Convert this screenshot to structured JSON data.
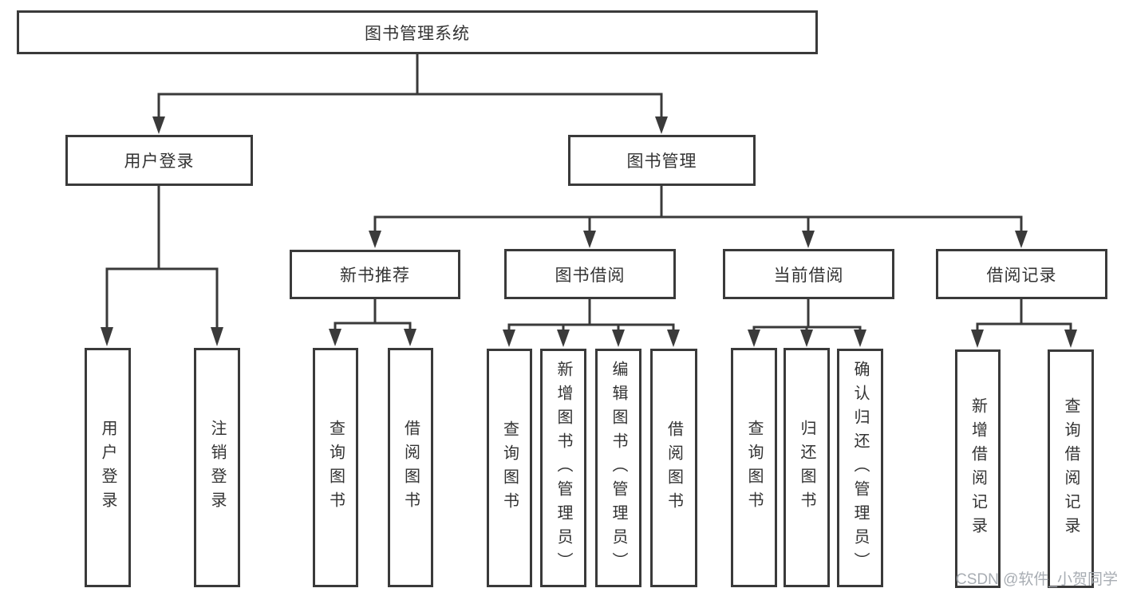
{
  "diagram": {
    "title": "图书管理系统",
    "type": "hierarchy-tree",
    "colors": {
      "line": "#3a3a3a",
      "box_border": "#3a3a3a",
      "box_background": "#ffffff",
      "text": "#333333",
      "watermark": "#a8adb3",
      "page_background": "#ffffff"
    }
  },
  "nodes": {
    "root": {
      "label": "图书管理系统"
    },
    "user_login": {
      "label": "用户登录"
    },
    "book_mgmt": {
      "label": "图书管理"
    },
    "new_book_rec": {
      "label": "新书推荐"
    },
    "book_borrow": {
      "label": "图书借阅"
    },
    "current_borrow": {
      "label": "当前借阅"
    },
    "borrow_records": {
      "label": "借阅记录"
    },
    "ul_user_login": {
      "label": "用户登录"
    },
    "ul_logout": {
      "label": "注销登录"
    },
    "nb_query_book": {
      "label": "查询图书"
    },
    "nb_borrow_book": {
      "label": "借阅图书"
    },
    "bb_query_book": {
      "label": "查询图书"
    },
    "bb_add_book": {
      "label": "新增图书（管理员）"
    },
    "bb_edit_book": {
      "label": "编辑图书（管理员）"
    },
    "bb_borrow_book": {
      "label": "借阅图书"
    },
    "cb_query_book": {
      "label": "查询图书"
    },
    "cb_return_book": {
      "label": "归还图书"
    },
    "cb_confirm_return": {
      "label": "确认归还（管理员）"
    },
    "br_add_record": {
      "label": "新增借阅记录"
    },
    "br_query_record": {
      "label": "查询借阅记录"
    }
  },
  "hierarchy": {
    "图书管理系统": [
      "用户登录",
      "图书管理"
    ],
    "用户登录": [
      "用户登录",
      "注销登录"
    ],
    "图书管理": [
      "新书推荐",
      "图书借阅",
      "当前借阅",
      "借阅记录"
    ],
    "新书推荐": [
      "查询图书",
      "借阅图书"
    ],
    "图书借阅": [
      "查询图书",
      "新增图书（管理员）",
      "编辑图书（管理员）",
      "借阅图书"
    ],
    "当前借阅": [
      "查询图书",
      "归还图书",
      "确认归还（管理员）"
    ],
    "借阅记录": [
      "新增借阅记录",
      "查询借阅记录"
    ]
  },
  "watermark": {
    "text": "CSDN @软件_小贺同学"
  }
}
